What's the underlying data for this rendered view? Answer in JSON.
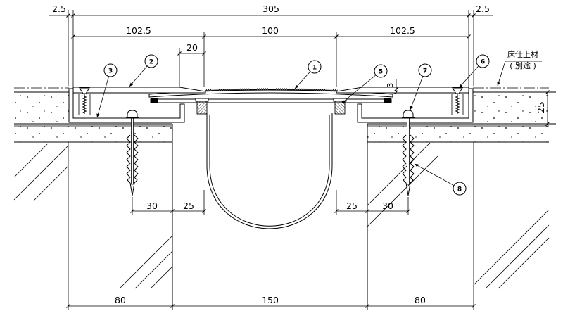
{
  "dimensions": {
    "overall": {
      "left_gap": "2.5",
      "width": "305",
      "right_gap": "2.5"
    },
    "plates": {
      "left": "102.5",
      "center": "100",
      "right": "102.5"
    },
    "bevel": "20",
    "cover_step": "3",
    "finish_depth": "25",
    "anchor_left": {
      "edge": "30",
      "offset": "25"
    },
    "anchor_right": {
      "offset": "25",
      "edge": "30"
    },
    "base": {
      "left": "80",
      "gap": "150",
      "right": "80"
    }
  },
  "callouts": {
    "c1": "1",
    "c2": "2",
    "c3": "3",
    "c5": "5",
    "c6": "6",
    "c7": "7",
    "c8": "8"
  },
  "note": {
    "line1": "床仕上材",
    "line2": "( 別途 )"
  },
  "colors": {
    "ink": "#000000",
    "paper": "#ffffff"
  }
}
